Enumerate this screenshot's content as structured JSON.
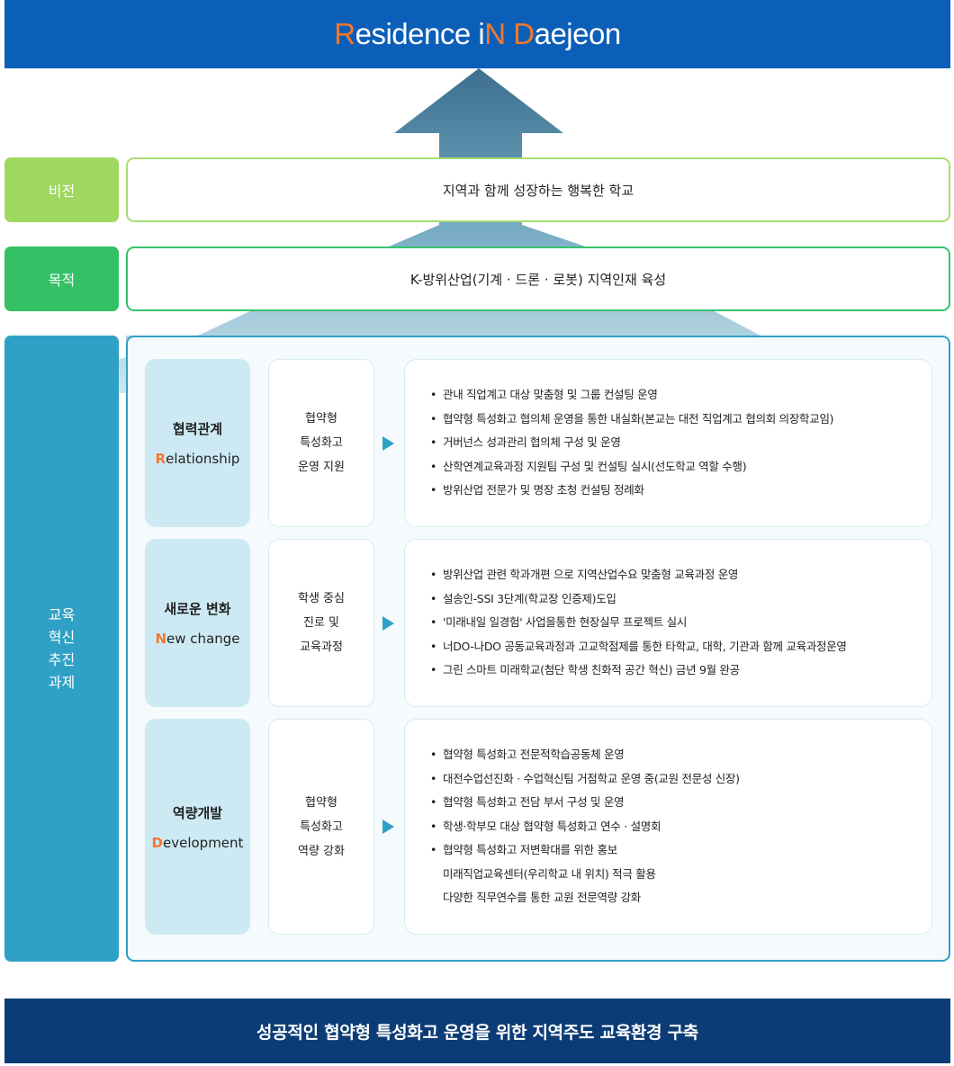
{
  "header": {
    "title_parts": [
      {
        "text": "R",
        "hl": true
      },
      {
        "text": "esidence i",
        "hl": false
      },
      {
        "text": "N",
        "hl": true
      },
      {
        "text": " ",
        "hl": false
      },
      {
        "text": "D",
        "hl": true
      },
      {
        "text": "aejeon",
        "hl": false
      }
    ]
  },
  "vision": {
    "label": "비전",
    "text": "지역과 함께 성장하는 행복한 학교"
  },
  "goal": {
    "label": "목적",
    "text": "K-방위산업(기계 · 드론 · 로봇) 지역인재 육성"
  },
  "tasks": {
    "label_lines": [
      "교육",
      "혁신",
      "추진",
      "과제"
    ],
    "rows": [
      {
        "category_ko": "협력관계",
        "category_en_first": "R",
        "category_en_rest": "elationship",
        "sub_lines": [
          "협약형",
          "특성화고",
          "운영 지원"
        ],
        "items": [
          "관내 직업계고 대상 맞춤형 및 그룹 컨설팅 운영",
          "협약형 특성화고 협의체 운영을 통한 내실화(본교는 대전 직업계고 협의회 의장학교임)",
          "거버넌스 성과관리 협의체 구성 및 운영",
          "산학연계교육과정 지원팀 구성 및 컨설팅 실시(선도학교 역할 수행)",
          "방위산업 전문가 및 명장 초청 컨설팅 정례화"
        ],
        "extra_lines": []
      },
      {
        "category_ko": "새로운 변화",
        "category_en_first": "N",
        "category_en_rest": "ew change",
        "sub_lines": [
          "학생 중심",
          "진로 및",
          "교육과정"
        ],
        "items": [
          "방위산업 관련 학과개편 으로 지역산업수요 맞춤형 교육과정 운영",
          "설송인-SSI 3단계(학교장 인증제)도입",
          "'미래내일 일경험' 사업을통한 현장실무 프로젝트 실시",
          "너DO-나DO 공동교육과정과 고교학점제를 통한 타학교, 대학, 기관과 함께 교육과정운영",
          "그린 스마트 미래학교(첨단 학생 친화적 공간 혁신) 금년 9월 완공"
        ],
        "extra_lines": []
      },
      {
        "category_ko": "역량개발",
        "category_en_first": "D",
        "category_en_rest": "evelopment",
        "sub_lines": [
          "협약형",
          "특성화고",
          "역량 강화"
        ],
        "items": [
          "협약형 특성화고 전문적학습공동체 운영",
          "대전수업선진화 · 수업혁신팀 거점학교 운영 중(교원 전문성 신장)",
          "협약형 특성화고 전담 부서 구성 및 운영",
          "학생·학부모 대상 협약형 특성화고 연수 · 설명회",
          "협약형 특성화고 저변확대를 위한 홍보"
        ],
        "extra_lines": [
          "미래직업교육센터(우리학교 내 위치) 적극 활용",
          "다양한 직무연수를 통한 교원 전문역량 강화"
        ]
      }
    ]
  },
  "footer": {
    "text": "성공적인 협약형 특성화고 운영을 위한 지역주도 교육환경 구축"
  },
  "colors": {
    "header_bg": "#0c5fb8",
    "highlight": "#f7762a",
    "vision": "#9ed85e",
    "goal": "#34c065",
    "tasks": "#2fa1c6",
    "footer_bg": "#0c3c76"
  }
}
